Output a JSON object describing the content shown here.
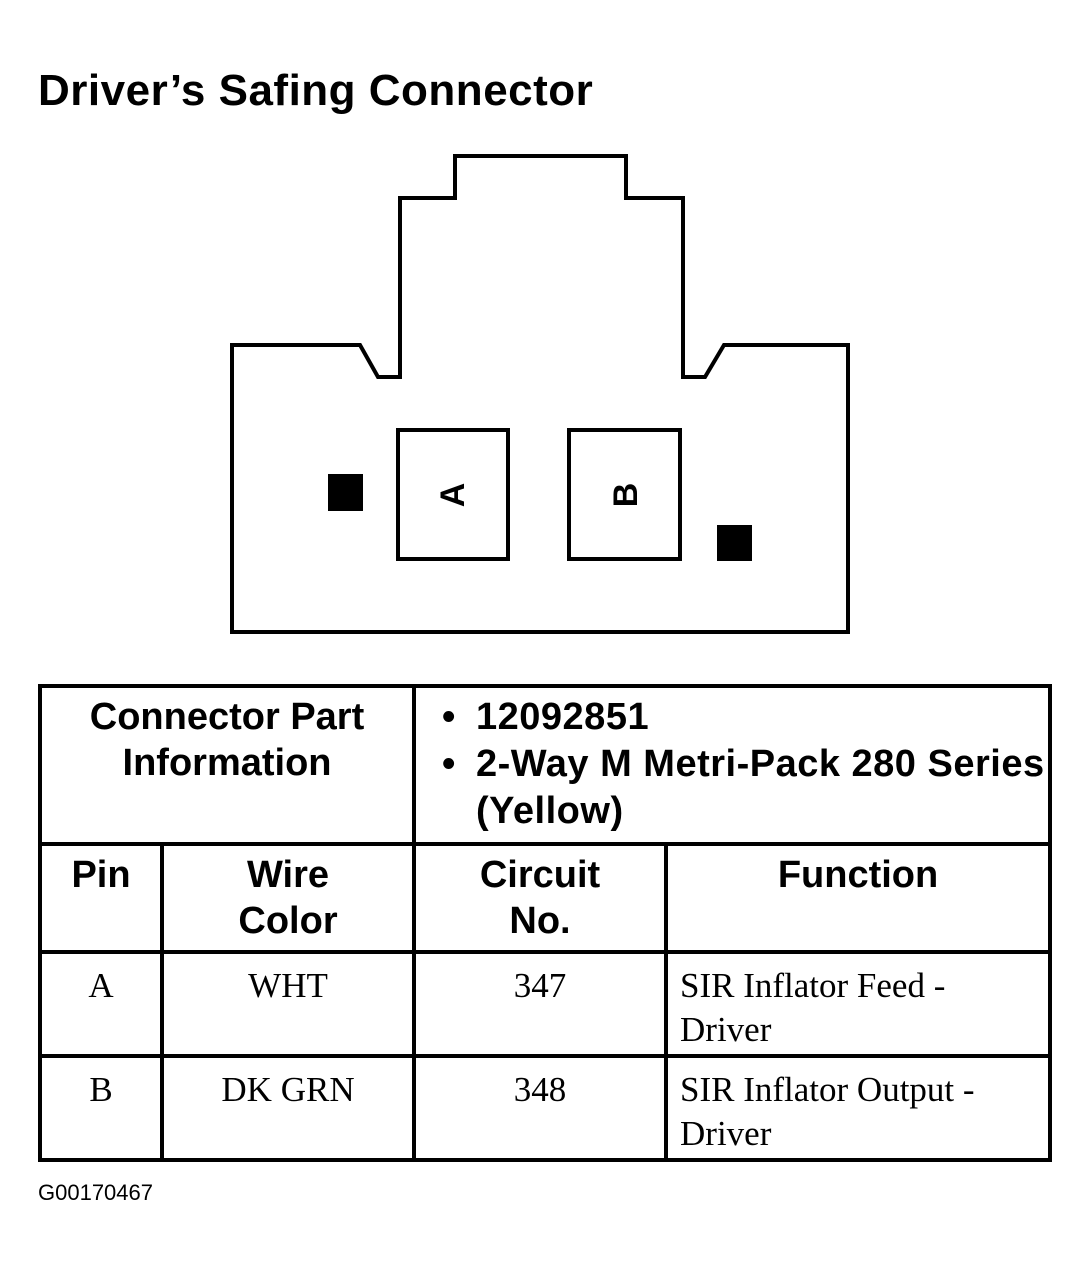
{
  "title": "Driver’s Safing Connector",
  "connector": {
    "cavity_a_label": "A",
    "cavity_b_label": "B"
  },
  "table": {
    "part_info_label_line1": "Connector Part",
    "part_info_label_line2": "Information",
    "part_info_items": [
      "12092851",
      "2-Way M Metri-Pack 280 Series (Yellow)"
    ],
    "headers": {
      "pin": "Pin",
      "wire_color_line1": "Wire",
      "wire_color_line2": "Color",
      "circuit_line1": "Circuit",
      "circuit_line2": "No.",
      "function": "Function"
    },
    "rows": [
      {
        "pin": "A",
        "wire_color": "WHT",
        "circuit": "347",
        "function": "SIR Inflator Feed - Driver"
      },
      {
        "pin": "B",
        "wire_color": "DK GRN",
        "circuit": "348",
        "function": "SIR Inflator Output - Driver"
      }
    ]
  },
  "figure_code": "G00170467"
}
